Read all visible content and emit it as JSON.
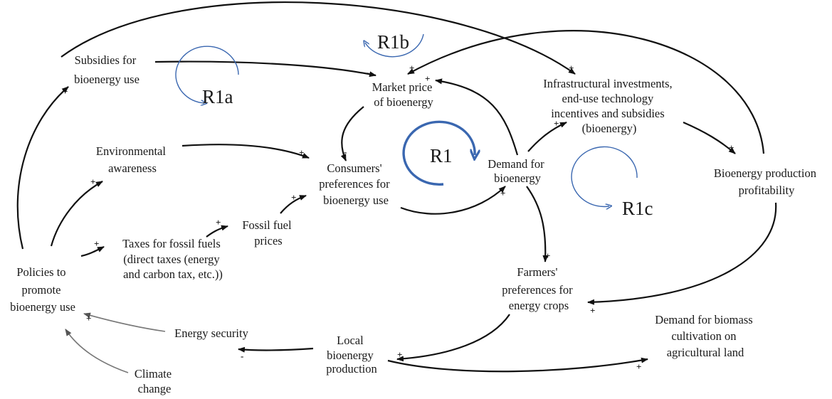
{
  "nodes": {
    "subsidies": [
      "Subsidies for",
      "bioenergy use"
    ],
    "market_price": [
      "Market price",
      "of bioenergy"
    ],
    "infrastructure": [
      "Infrastructural investments,",
      "end-use technology",
      "incentives and subsidies",
      "(bioenergy)"
    ],
    "environmental": [
      "Environmental",
      "awareness"
    ],
    "consumers": [
      "Consumers'",
      "preferences for",
      "bioenergy use"
    ],
    "demand": [
      "Demand for",
      "bioenergy"
    ],
    "profitability": [
      "Bioenergy production",
      "profitability"
    ],
    "fossil_prices": [
      "Fossil fuel",
      "prices"
    ],
    "taxes": [
      "Taxes for fossil fuels",
      "(direct taxes (energy",
      "and carbon tax, etc.))"
    ],
    "policies": [
      "Policies to",
      "promote",
      "bioenergy use"
    ],
    "farmers": [
      "Farmers'",
      "preferences for",
      "energy crops"
    ],
    "energy_security": [
      "Energy security"
    ],
    "local_production": [
      "Local",
      "bioenergy",
      "production"
    ],
    "biomass_demand": [
      "Demand for biomass",
      "cultivation on",
      "agricultural land"
    ],
    "climate": [
      "Climate",
      "change"
    ]
  },
  "loops": {
    "r1": "R1",
    "r1a": "R1a",
    "r1b": "R1b",
    "r1c": "R1c"
  },
  "polarities": {
    "plus": "+",
    "minus": "-"
  },
  "colors": {
    "loop": "#3a67b0",
    "link": "#111111",
    "grey_link": "#777777"
  }
}
